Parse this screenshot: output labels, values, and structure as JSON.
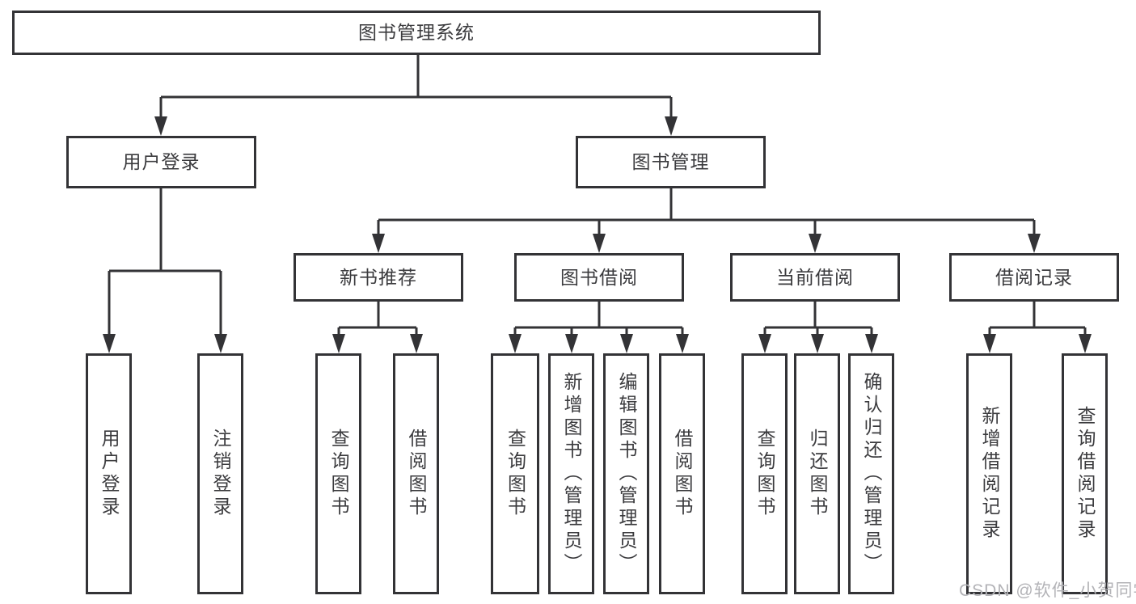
{
  "diagram": {
    "title": "图书管理系统",
    "groups": [
      {
        "label": "用户登录",
        "children": [
          {
            "label": "用户登录"
          },
          {
            "label": "注销登录"
          }
        ]
      },
      {
        "label": "图书管理",
        "sections": [
          {
            "label": "新书推荐",
            "children": [
              {
                "label": "查询图书"
              },
              {
                "label": "借阅图书"
              }
            ]
          },
          {
            "label": "图书借阅",
            "children": [
              {
                "label": "查询图书"
              },
              {
                "label": "新增图书（管理员）"
              },
              {
                "label": "编辑图书（管理员）"
              },
              {
                "label": "借阅图书"
              }
            ]
          },
          {
            "label": "当前借阅",
            "children": [
              {
                "label": "查询图书"
              },
              {
                "label": "归还图书"
              },
              {
                "label": "确认归还（管理员）"
              }
            ]
          },
          {
            "label": "借阅记录",
            "children": [
              {
                "label": "新增借阅记录"
              },
              {
                "label": "查询借阅记录"
              }
            ]
          }
        ]
      }
    ]
  },
  "watermark": {
    "text": "CSDN @软件_小贺同学"
  },
  "colors": {
    "line": "#333336",
    "text": "#3b3b3e",
    "box_background": "#ffffff",
    "watermark": "#b3b3b7",
    "background": "#ffffff"
  }
}
